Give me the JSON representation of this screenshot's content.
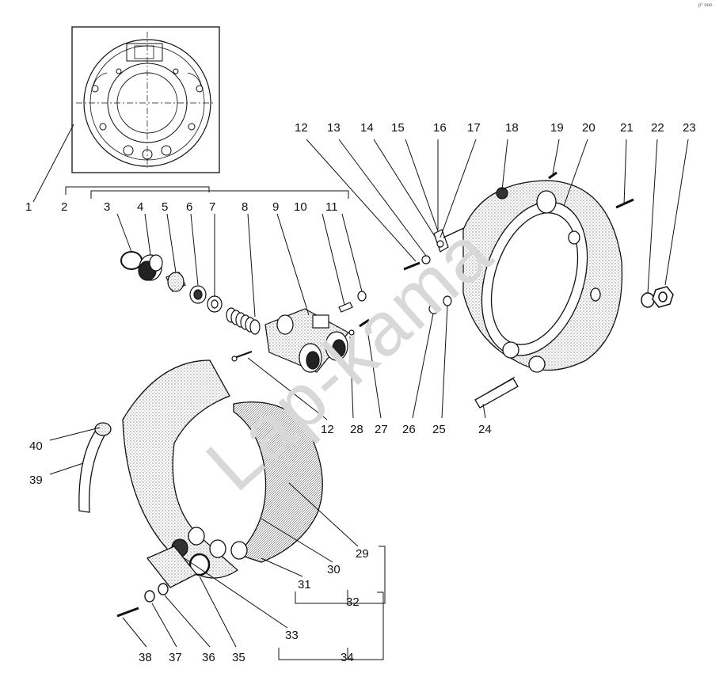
{
  "watermark": "Lap-kama",
  "corner_mark": "р° ооо",
  "callouts": [
    {
      "id": "1",
      "text": "1"
    },
    {
      "id": "2",
      "text": "2"
    },
    {
      "id": "3",
      "text": "3"
    },
    {
      "id": "4",
      "text": "4"
    },
    {
      "id": "5",
      "text": "5"
    },
    {
      "id": "6",
      "text": "6"
    },
    {
      "id": "7",
      "text": "7"
    },
    {
      "id": "8",
      "text": "8"
    },
    {
      "id": "9",
      "text": "9"
    },
    {
      "id": "10",
      "text": "10"
    },
    {
      "id": "11",
      "text": "11"
    },
    {
      "id": "12a",
      "text": "12"
    },
    {
      "id": "13",
      "text": "13"
    },
    {
      "id": "14",
      "text": "14"
    },
    {
      "id": "15",
      "text": "15"
    },
    {
      "id": "16",
      "text": "16"
    },
    {
      "id": "17",
      "text": "17"
    },
    {
      "id": "18",
      "text": "18"
    },
    {
      "id": "19",
      "text": "19"
    },
    {
      "id": "20",
      "text": "20"
    },
    {
      "id": "21",
      "text": "21"
    },
    {
      "id": "22",
      "text": "22"
    },
    {
      "id": "23",
      "text": "23"
    },
    {
      "id": "24",
      "text": "24"
    },
    {
      "id": "25",
      "text": "25"
    },
    {
      "id": "26",
      "text": "26"
    },
    {
      "id": "27",
      "text": "27"
    },
    {
      "id": "28",
      "text": "28"
    },
    {
      "id": "12b",
      "text": "12"
    },
    {
      "id": "29",
      "text": "29"
    },
    {
      "id": "30",
      "text": "30"
    },
    {
      "id": "31",
      "text": "31"
    },
    {
      "id": "32",
      "text": "32"
    },
    {
      "id": "33",
      "text": "33"
    },
    {
      "id": "34",
      "text": "34"
    },
    {
      "id": "35",
      "text": "35"
    },
    {
      "id": "36",
      "text": "36"
    },
    {
      "id": "37",
      "text": "37"
    },
    {
      "id": "38",
      "text": "38"
    },
    {
      "id": "39",
      "text": "39"
    },
    {
      "id": "40",
      "text": "40"
    }
  ]
}
